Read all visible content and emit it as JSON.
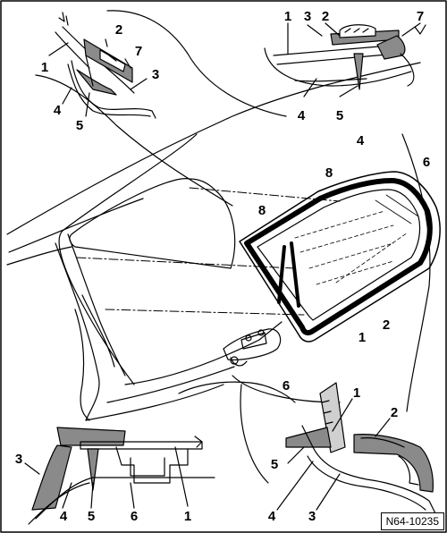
{
  "reference_code": "N64-10235",
  "callouts": {
    "tl_1": "1",
    "tl_2": "2",
    "tl_7": "7",
    "tl_3": "3",
    "tl_4": "4",
    "tl_5": "5",
    "tr_1": "1",
    "tr_3": "3",
    "tr_2": "2",
    "tr_7": "7",
    "tr_4": "4",
    "tr_5": "5",
    "m_4": "4",
    "m_6a": "6",
    "m_8a": "8",
    "m_8b": "8",
    "m_1": "1",
    "m_2": "2",
    "m_6b": "6",
    "bl_3": "3",
    "bl_4": "4",
    "bl_5": "5",
    "bl_6": "6",
    "bl_1": "1",
    "br_1": "1",
    "br_2": "2",
    "br_5": "5",
    "br_4": "4",
    "br_3": "3"
  }
}
